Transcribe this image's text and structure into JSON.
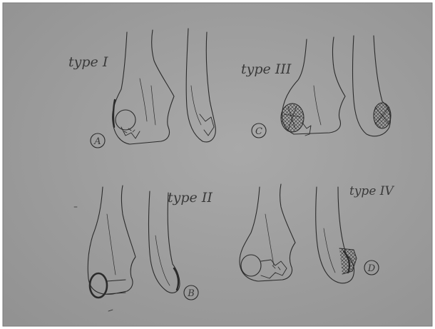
{
  "colors": {
    "paper": "#9c9c9c",
    "paper_light": "#a8a8a8",
    "ink": "#2b2b2b",
    "frame": "#ffffff"
  },
  "panels": [
    {
      "type_label": "type I",
      "letter": "A"
    },
    {
      "type_label": "type III",
      "letter": "C"
    },
    {
      "type_label": "type II",
      "letter": "B"
    },
    {
      "type_label": "type IV",
      "letter": "D"
    }
  ]
}
